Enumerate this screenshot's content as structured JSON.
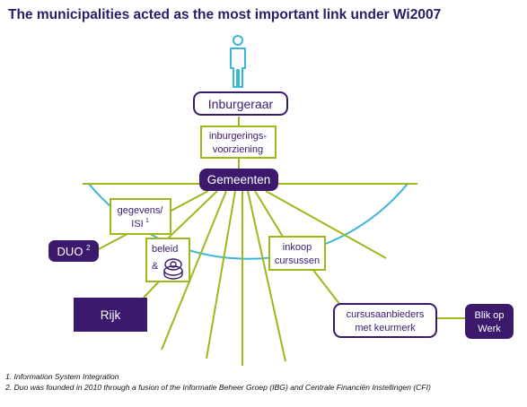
{
  "title": "The municipalities acted as the most important link under Wi2007",
  "nodes": {
    "inburgeraar": "Inburgeraar",
    "voorziening_line1": "inburgerings-",
    "voorziening_line2": "voorziening",
    "gemeenten": "Gemeenten",
    "gegevens_line1": "gegevens/",
    "gegevens_line2": "ISI",
    "gegevens_sup": "1",
    "duo": "DUO",
    "duo_sup": "2",
    "beleid_line1": "beleid",
    "beleid_line2": "&",
    "inkoop_line1": "inkoop",
    "inkoop_line2": "cursussen",
    "rijk": "Rijk",
    "cursus_line1": "cursusaanbieders",
    "cursus_line2": "met keurmerk",
    "blik_line1": "Blik op",
    "blik_line2": "Werk"
  },
  "icons": {
    "person": "person-icon",
    "coins": "coins-icon"
  },
  "footnotes": [
    "1. Information System Integration",
    "2. Duo was founded in 2010 through a fusion of the Informatie Beheer Groep (IBG) and Centrale Financiën Instellingen (CFI)"
  ],
  "colors": {
    "title": "#2d1a6b",
    "dark_purple": "#3b1a6e",
    "line_green": "#a3b51c",
    "arc_cyan": "#3ab6d6"
  }
}
